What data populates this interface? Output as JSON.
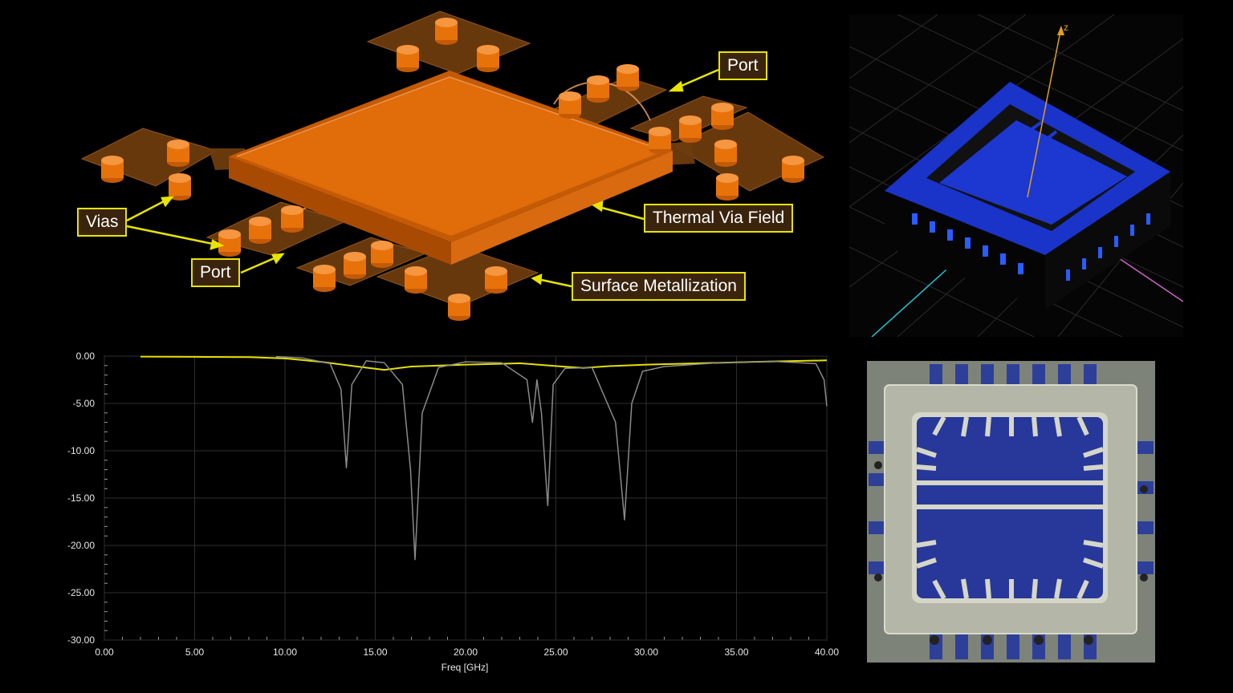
{
  "callouts": {
    "port_top": "Port",
    "vias": "Vias",
    "thermal": "Thermal Via Field",
    "port_bottom": "Port",
    "surface": "Surface Metallization"
  },
  "iso_view": {
    "axis_label": "z"
  },
  "colors": {
    "background": "#000000",
    "metal": "#e8720a",
    "callout_border": "#e8e400",
    "callout_fill": "#3b240d",
    "trace_yellow": "#e4e000",
    "trace_gray": "#8a8a8a",
    "package_blue": "#1a33c8"
  },
  "chart_data": {
    "type": "line",
    "xlabel": "Freq [GHz]",
    "ylabel": "",
    "xlim": [
      0,
      40
    ],
    "ylim": [
      -30,
      0
    ],
    "xticks": [
      0,
      5,
      10,
      15,
      20,
      25,
      30,
      35,
      40
    ],
    "yticks": [
      0,
      -5,
      -10,
      -15,
      -20,
      -25,
      -30
    ],
    "xtick_labels": [
      "0.00",
      "5.00",
      "10.00",
      "15.00",
      "20.00",
      "25.00",
      "30.00",
      "35.00",
      "40.00"
    ],
    "ytick_labels": [
      "0.00",
      "-5.00",
      "-10.00",
      "-15.00",
      "-20.00",
      "-25.00",
      "-30.00"
    ],
    "grid": true,
    "series": [
      {
        "color": "#e4e000",
        "x": [
          2,
          5,
          8,
          10,
          12,
          14,
          15.5,
          17,
          20,
          23,
          25,
          26.5,
          28,
          30,
          33,
          36,
          40
        ],
        "y": [
          -0.05,
          -0.08,
          -0.1,
          -0.25,
          -0.6,
          -1.1,
          -1.45,
          -1.1,
          -0.9,
          -0.75,
          -1.05,
          -1.25,
          -1.05,
          -0.9,
          -0.75,
          -0.6,
          -0.45
        ]
      },
      {
        "color": "#8a8a8a",
        "x": [
          9.5,
          11,
          12.5,
          13.1,
          13.4,
          13.7,
          14.5,
          15.5,
          16.5,
          16.95,
          17.2,
          17.6,
          18.5,
          20,
          22,
          23.4,
          23.7,
          23.95,
          24.2,
          24.55,
          24.85,
          25.5,
          27,
          28.3,
          28.8,
          29.2,
          29.8,
          31,
          34,
          37,
          39.4,
          39.85,
          40
        ],
        "y": [
          -0.05,
          -0.2,
          -0.8,
          -3.5,
          -11.8,
          -3,
          -0.5,
          -0.7,
          -3,
          -12,
          -21.5,
          -6,
          -1.2,
          -0.6,
          -0.7,
          -2.5,
          -7,
          -2.5,
          -6,
          -15.8,
          -3,
          -1.3,
          -1.2,
          -7,
          -17.3,
          -5,
          -1.6,
          -1.1,
          -0.7,
          -0.55,
          -0.8,
          -2.5,
          -5.3
        ]
      }
    ]
  }
}
